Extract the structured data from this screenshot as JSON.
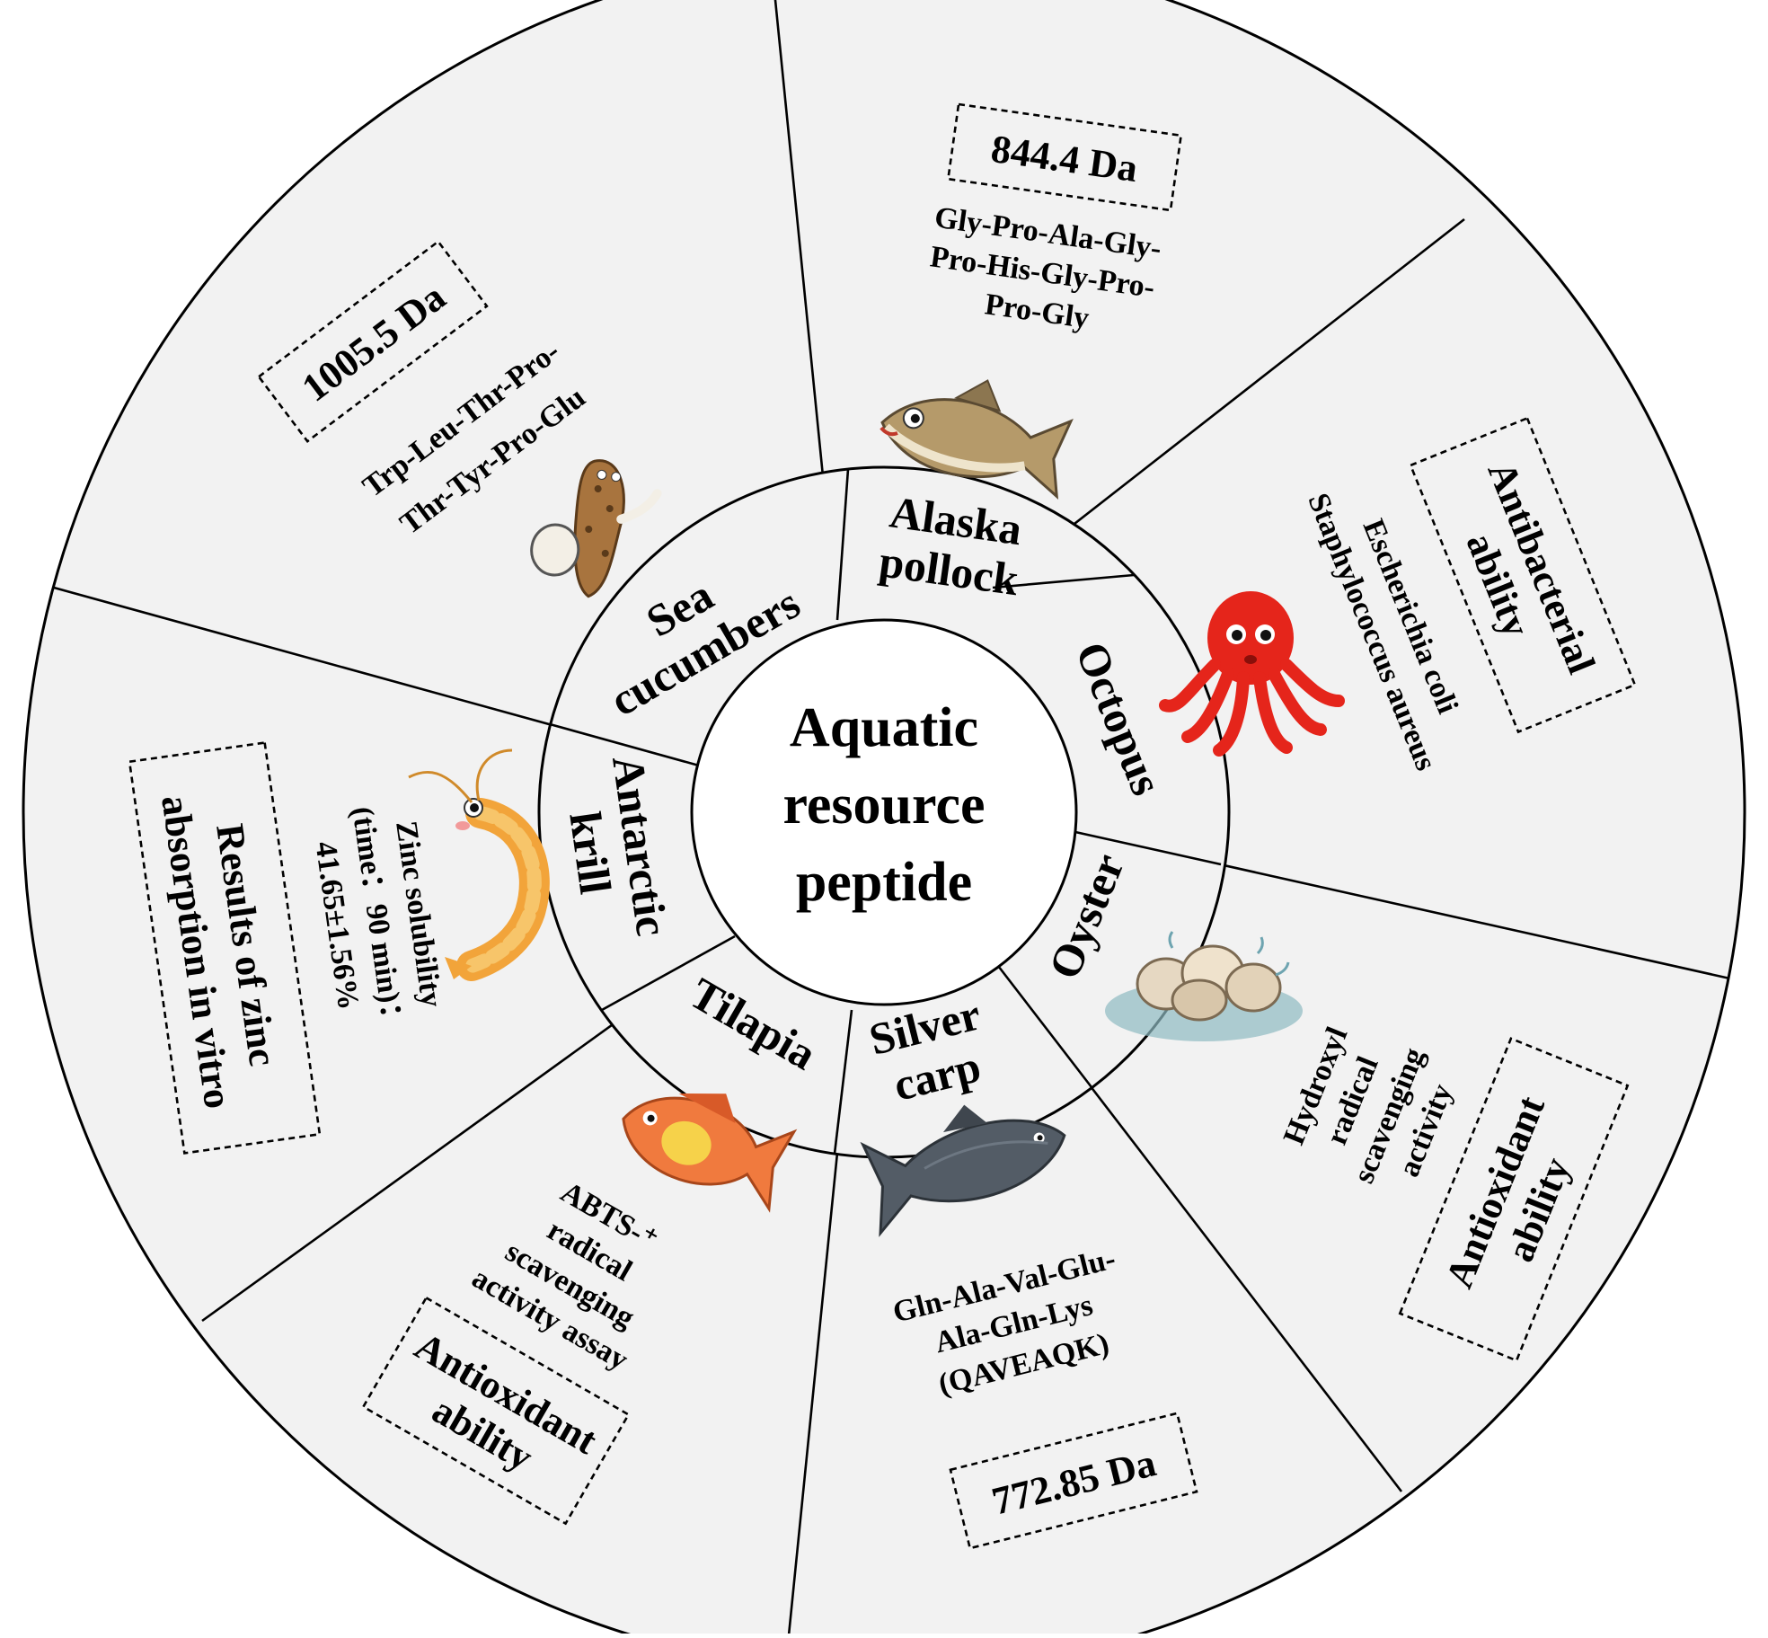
{
  "center": {
    "lines": [
      "Aquatic",
      "resource",
      "peptide"
    ]
  },
  "colors": {
    "wedge_fill": "#f2f2f2",
    "ring_fill": "#f2f2f2",
    "center_fill": "#ffffff",
    "line": "#000000"
  },
  "sources": [
    {
      "id": "alaska-pollock",
      "label_lines": [
        "Alaska",
        "pollock"
      ],
      "icon": "fish-icon",
      "box": [
        "844.4 Da"
      ],
      "info_lines": [
        "Gly-Pro-Ala-Gly-",
        "Pro-His-Gly-Pro-",
        "Pro-Gly"
      ]
    },
    {
      "id": "octopus",
      "label_lines": [
        "Octopus"
      ],
      "icon": "octopus-icon",
      "box": [
        "Antibacterial",
        "ability"
      ],
      "info_lines": [
        "Escherichia coli",
        "Staphylococcus aureus"
      ]
    },
    {
      "id": "oyster",
      "label_lines": [
        "Oyster"
      ],
      "icon": "oyster-icon",
      "box": [
        "Antioxidant",
        "ability"
      ],
      "info_lines": [
        "Hydroxyl",
        "radical",
        "scavenging",
        "activity"
      ]
    },
    {
      "id": "silver-carp",
      "label_lines": [
        "Silver",
        "carp"
      ],
      "icon": "carp-icon",
      "box": [
        "772.85 Da"
      ],
      "info_lines": [
        "Gln-Ala-Val-Glu-",
        "Ala-Gln-Lys",
        "(QAVEAQK)"
      ]
    },
    {
      "id": "tilapia",
      "label_lines": [
        "Tilapia"
      ],
      "icon": "tilapia-icon",
      "box": [
        "Antioxidant",
        "ability"
      ],
      "info_lines": [
        "ABTS-⁺",
        "radical",
        "scavenging",
        "activity assay"
      ]
    },
    {
      "id": "antarctic-krill",
      "label_lines": [
        "Antarctic",
        "krill"
      ],
      "icon": "shrimp-icon",
      "box": [
        "Results of zinc",
        "absorption in vitro"
      ],
      "info_lines": [
        "Zinc solubility",
        "(time：90 min)：",
        "41.65±1.56%"
      ]
    },
    {
      "id": "sea-cucumbers",
      "label_lines": [
        "Sea",
        "cucumbers"
      ],
      "icon": "sea-cucumber-icon",
      "box": [
        "1005.5 Da"
      ],
      "info_lines": [
        "Trp-Leu-Thr-Pro-",
        "Thr-Tyr-Pro-Glu"
      ]
    }
  ]
}
